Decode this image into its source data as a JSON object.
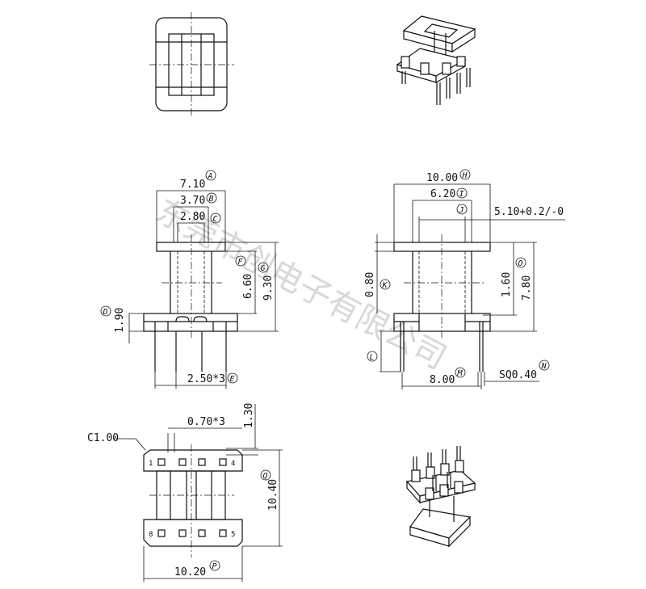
{
  "watermark": "东莞市创电子有限公司",
  "dimensions": {
    "A": "7.10",
    "B": "3.70",
    "C": "2.80",
    "D": "1.90",
    "E": "2.50*3",
    "F": "6.60",
    "G": "9.30",
    "H": "10.00",
    "I": "6.20",
    "J": "5.10+0.2/-0",
    "K": "0.80",
    "L": "",
    "M": "8.00",
    "N": "SQ0.40",
    "O": "7.80",
    "O2": "1.60",
    "P": "10.20",
    "Q": "10.40",
    "pitch": "0.70*3",
    "top_height": "1.30",
    "chamfer": "C1.00"
  },
  "tags": {
    "A": "A",
    "B": "B",
    "C": "C",
    "D": "D",
    "E": "E",
    "F": "F",
    "G": "G",
    "H": "H",
    "I": "I",
    "J": "J",
    "K": "K",
    "L": "L",
    "M": "M",
    "N": "N",
    "O": "O",
    "P": "P",
    "Q": "Q"
  },
  "pin_labels": {
    "p1": "1",
    "p4": "4",
    "p8": "8",
    "p5": "5"
  }
}
